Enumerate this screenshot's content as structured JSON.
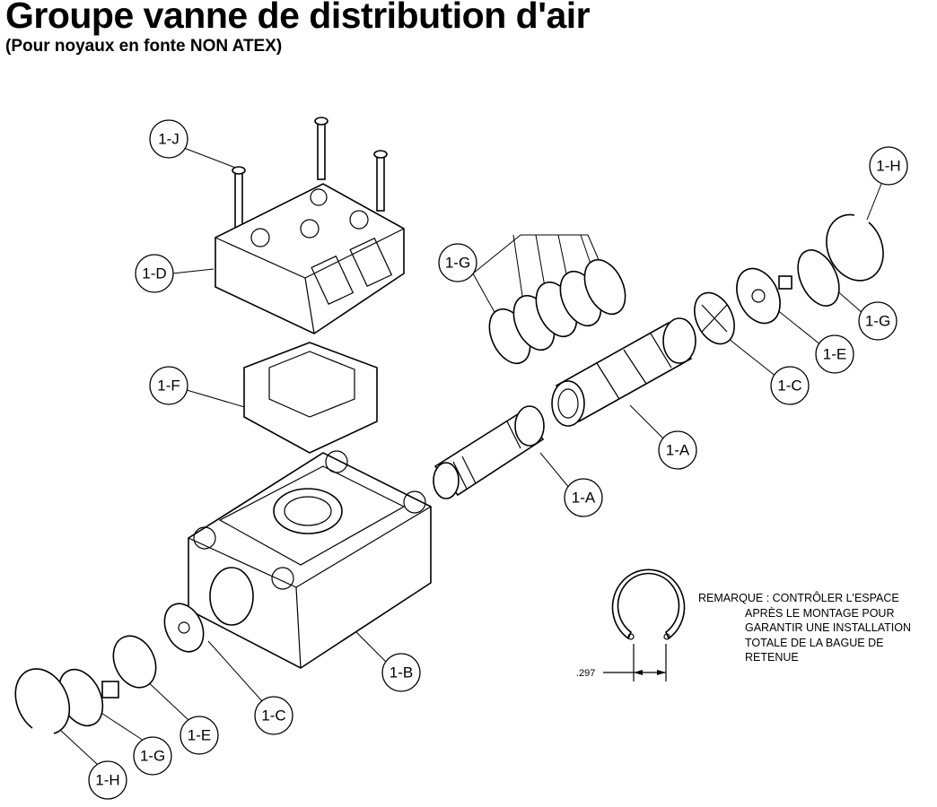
{
  "title": "Groupe vanne de distribution d'air",
  "subtitle": "(Pour noyaux en fonte NON ATEX)",
  "callouts": {
    "j": "1-J",
    "d": "1-D",
    "f": "1-F",
    "g_top": "1-G",
    "h_right": "1-H",
    "g_right": "1-G",
    "e_right": "1-E",
    "c_right": "1-C",
    "a_upper": "1-A",
    "a_lower": "1-A",
    "b": "1-B",
    "c_left": "1-C",
    "e_left": "1-E",
    "g_left": "1-G",
    "h_left": "1-H"
  },
  "note": {
    "lines": [
      "REMARQUE : CONTRÔLER L'ESPACE",
      "APRÈS LE MONTAGE POUR",
      "GARANTIR UNE INSTALLATION",
      "TOTALE DE LA BAGUE DE",
      "RETENUE"
    ],
    "dimension": ".297"
  }
}
